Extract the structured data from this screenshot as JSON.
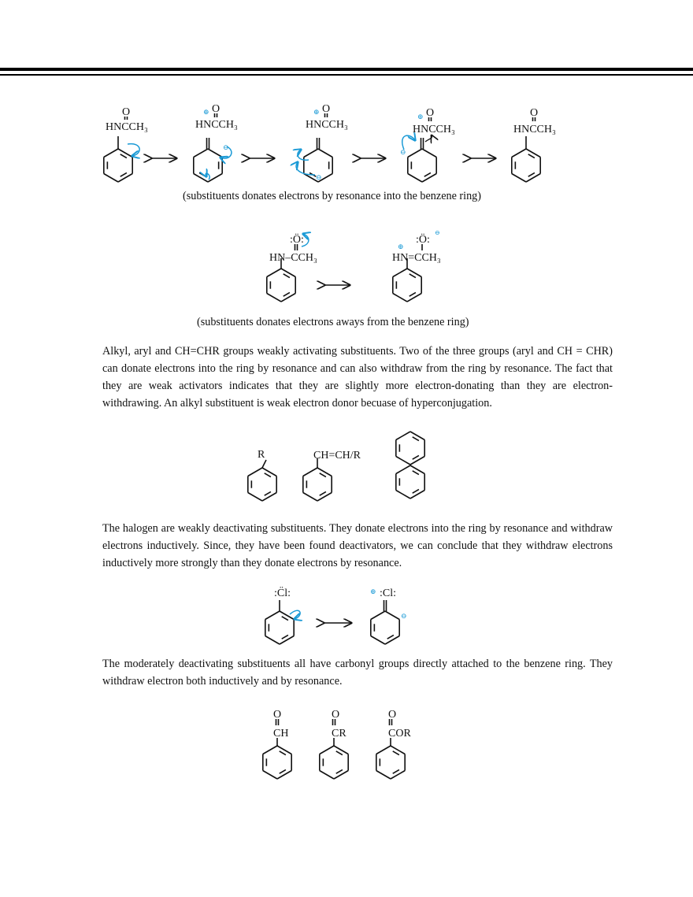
{
  "colors": {
    "accent": "#1a9ad6",
    "ink": "#111111"
  },
  "resonance_1": {
    "labels": [
      {
        "o": "O",
        "group": "HNCCH₃"
      },
      {
        "o": "O",
        "group": "HNCCH₃",
        "charge": "⊕"
      },
      {
        "o": "O",
        "group": "HNCCH₃",
        "charge": "⊕"
      },
      {
        "o": "O",
        "group": "HNCCH₃",
        "charge": "⊕"
      },
      {
        "o": "O",
        "group": "HNCCH₃"
      }
    ],
    "ring_charges": [
      "⊖",
      "⊖",
      "⊖"
    ],
    "caption": "(substituents donates electrons by resonance into the benzene ring)"
  },
  "resonance_2": {
    "left": {
      "o": ":Ö:",
      "group": "HN–CCH₃"
    },
    "right": {
      "o": ":Ö:",
      "o_charge": "⊖",
      "group": "HN=CCH₃",
      "n_charge": "⊕"
    },
    "caption": "(substituents donates electrons aways from the benzene ring)"
  },
  "paragraph_1": "Alkyl, aryl and CH=CHR groups weakly activating substituents. Two of the three groups (aryl and CH = CHR) can donate electrons into the ring by resonance and can also withdraw from the ring by resonance. The fact that they are weak activators indicates that they are slightly more electron-donating than they are electron-withdrawing. An alkyl substituent is weak electron donor becuase of hyperconjugation.",
  "weak_activators": {
    "alkyl": "R",
    "vinyl": "CH=CH/R"
  },
  "paragraph_2": "The halogen are weakly deactivating substituents. They donate electrons into the ring by resonance and withdraw electrons inductively. Since, they have been found deactivators, we can conclude that they withdraw electrons inductively more strongly than they donate electrons by resonance.",
  "halogen": {
    "left": ":C̈l:",
    "right": ":Cl:",
    "plus": "⊕",
    "minus": "⊖"
  },
  "paragraph_3": "The moderately deactivating substituents all have carbonyl groups directly attached to the benzene ring. They withdraw electron both inductively and by resonance.",
  "carbonyls": [
    {
      "o": "O",
      "group": "CH"
    },
    {
      "o": "O",
      "group": "CR"
    },
    {
      "o": "O",
      "group": "COR"
    }
  ]
}
